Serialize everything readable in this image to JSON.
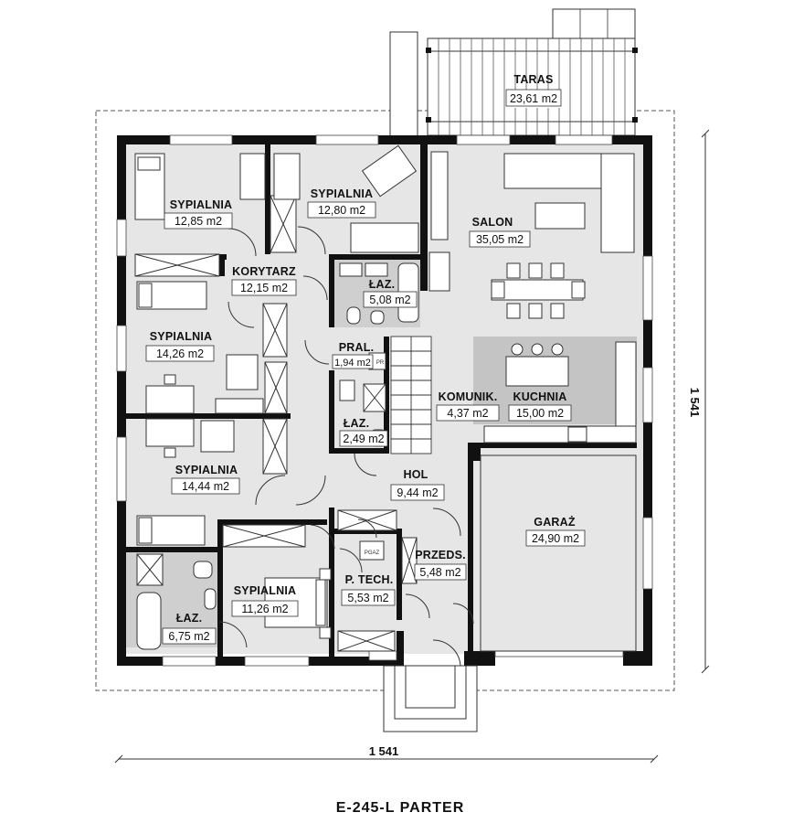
{
  "title": "E-245-L PARTER",
  "dimensions": {
    "width": "1 541",
    "depth": "1 541"
  },
  "colors": {
    "wall": "#111111",
    "floor": "#e8e8e8",
    "kitchen": "#c8c8c8",
    "terrace": "#ffffff",
    "outline": "#555555"
  },
  "rooms": [
    {
      "id": "taras",
      "name": "TARAS",
      "area": "23,61 m2"
    },
    {
      "id": "sypialnia1",
      "name": "SYPIALNIA",
      "area": "12,85 m2"
    },
    {
      "id": "sypialnia2",
      "name": "SYPIALNIA",
      "area": "12,80 m2"
    },
    {
      "id": "salon",
      "name": "SALON",
      "area": "35,05 m2"
    },
    {
      "id": "korytarz",
      "name": "KORYTARZ",
      "area": "12,15 m2"
    },
    {
      "id": "laz1",
      "name": "ŁAZ.",
      "area": "5,08 m2"
    },
    {
      "id": "sypialnia3",
      "name": "SYPIALNIA",
      "area": "14,26 m2"
    },
    {
      "id": "pral",
      "name": "PRAL.",
      "area": "1,94 m2"
    },
    {
      "id": "komunik",
      "name": "KOMUNIK.",
      "area": "4,37 m2"
    },
    {
      "id": "kuchnia",
      "name": "KUCHNIA",
      "area": "15,00 m2"
    },
    {
      "id": "laz2",
      "name": "ŁAZ.",
      "area": "2,49 m2"
    },
    {
      "id": "sypialnia4",
      "name": "SYPIALNIA",
      "area": "14,44 m2"
    },
    {
      "id": "hol",
      "name": "HOL",
      "area": "9,44 m2"
    },
    {
      "id": "garaz",
      "name": "GARAŻ",
      "area": "24,90 m2"
    },
    {
      "id": "przeds",
      "name": "PRZEDS.",
      "area": "5,48 m2"
    },
    {
      "id": "ptech",
      "name": "P. TECH.",
      "area": "5,53 m2"
    },
    {
      "id": "sypialnia5",
      "name": "SYPIALNIA",
      "area": "11,26 m2"
    },
    {
      "id": "laz3",
      "name": "ŁAZ.",
      "area": "6,75 m2"
    }
  ],
  "fixtures": {
    "pgaz": "PGAZ",
    "pr": "PR"
  }
}
